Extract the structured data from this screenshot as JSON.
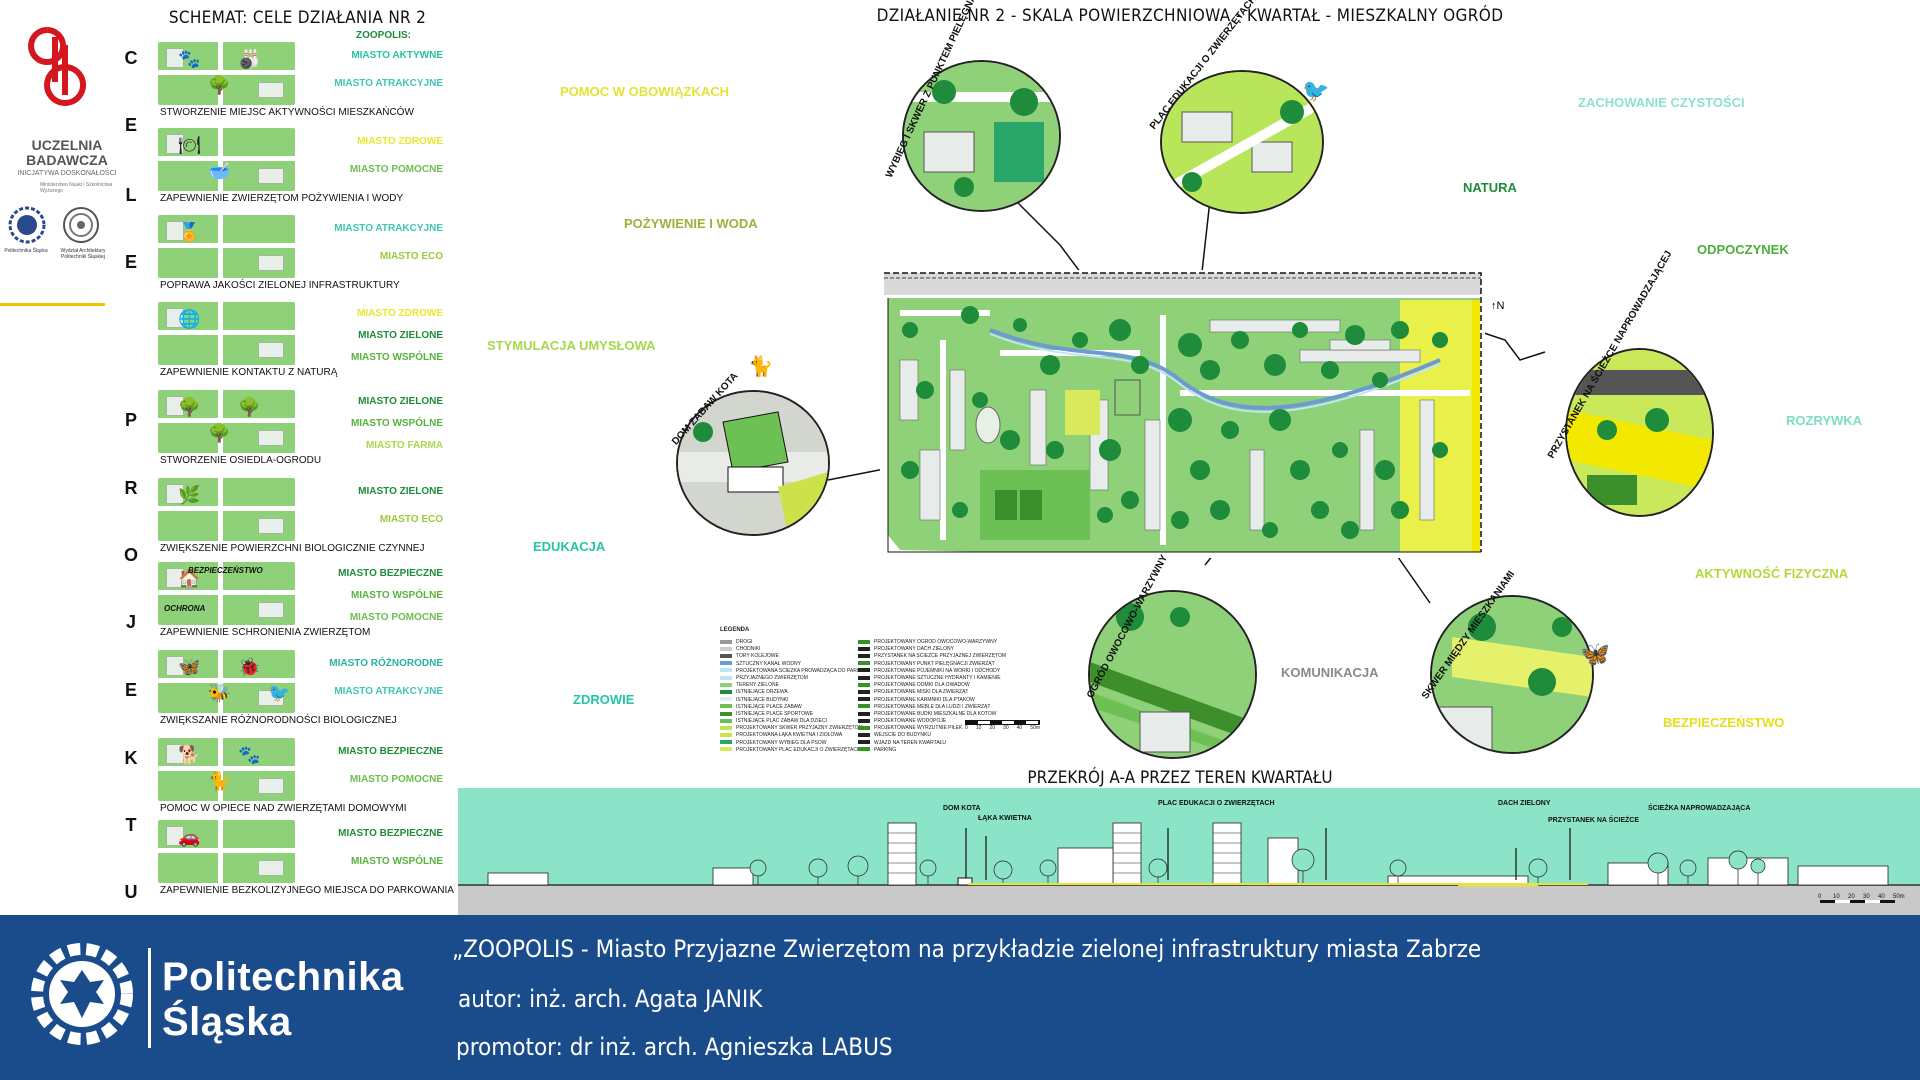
{
  "left_panel": {
    "title": "SCHEMAT: CELE DZIAŁANIA NR 2",
    "zoopolis_label": "ZOOPOLIS:",
    "logo": {
      "name_line1": "UCZELNIA",
      "name_line2": "BADAWCZA",
      "subtitle": "INICJATYWA DOSKONAŁOŚCI",
      "tiny": "Ministerstwo Nauki i Szkolnictwa Wyższego",
      "seal1": "Politechnika Śląska",
      "seal2": "Wydział Architektury Politechniki Śląskiej"
    },
    "letters": [
      "C",
      "E",
      "L",
      "E",
      "P",
      "R",
      "O",
      "J",
      "E",
      "K",
      "T",
      "U"
    ],
    "rows": [
      {
        "caption": "STWORZENIE MIEJSC AKTYWNOŚCI MIESZKAŃCÓW",
        "tags": [
          {
            "text": "MIASTO AKTYWNE",
            "color": "#25c4a4"
          },
          {
            "text": "MIASTO ATRAKCYJNE",
            "color": "#3fc6b4"
          }
        ],
        "icons": [
          "🐾",
          "🌳",
          "🎳"
        ]
      },
      {
        "caption": "ZAPEWNIENIE ZWIERZĘTOM POŻYWIENIA I WODY",
        "tags": [
          {
            "text": "MIASTO ZDROWE",
            "color": "#e6e82b"
          },
          {
            "text": "MIASTO POMOCNE",
            "color": "#6bbf4e"
          }
        ],
        "icons": [
          "🍽",
          "🥣"
        ]
      },
      {
        "caption": "POPRAWA JAKOŚCI ZIELONEJ INFRASTRUKTURY",
        "tags": [
          {
            "text": "MIASTO ATRAKCYJNE",
            "color": "#3fc6b4"
          },
          {
            "text": "MIASTO ECO",
            "color": "#9acb39"
          }
        ],
        "icons": [
          "🏅"
        ]
      },
      {
        "caption": "ZAPEWNIENIE KONTAKTU Z NATURĄ",
        "tags": [
          {
            "text": "MIASTO ZDROWE",
            "color": "#e6e82b"
          },
          {
            "text": "MIASTO ZIELONE",
            "color": "#1e8c3a"
          },
          {
            "text": "MIASTO WSPÓLNE",
            "color": "#58b340"
          }
        ],
        "icons": [
          "🌐"
        ]
      },
      {
        "caption": "STWORZENIE OSIEDLA-OGRODU",
        "tags": [
          {
            "text": "MIASTO ZIELONE",
            "color": "#1e8c3a"
          },
          {
            "text": "MIASTO WSPÓLNE",
            "color": "#58b340"
          },
          {
            "text": "MIASTO FARMA",
            "color": "#a7d84b"
          }
        ],
        "icons": [
          "🌳",
          "🌳",
          "🌳"
        ]
      },
      {
        "caption": "ZWIĘKSZENIE POWIERZCHNI BIOLOGICZNIE CZYNNEJ",
        "tags": [
          {
            "text": "MIASTO ZIELONE",
            "color": "#1e8c3a"
          },
          {
            "text": "MIASTO ECO",
            "color": "#9acb39"
          }
        ],
        "icons": [
          "🌿"
        ]
      },
      {
        "caption": "ZAPEWNIENIE SCHRONIENIA ZWIERZĘTOM",
        "tags": [
          {
            "text": "MIASTO BEZPIECZNE",
            "color": "#1e8c3a"
          },
          {
            "text": "MIASTO WSPÓLNE",
            "color": "#58b340"
          },
          {
            "text": "MIASTO POMOCNE",
            "color": "#6bbf4e"
          }
        ],
        "icons": [
          "🏠"
        ],
        "words": [
          "BEZPIECZEŃSTWO",
          "OCHRONA"
        ]
      },
      {
        "caption": "ZWIĘKSZANIE RÓŻNORODNOŚCI BIOLOGICZNEJ",
        "tags": [
          {
            "text": "MIASTO RÓŻNORODNE",
            "color": "#25b3a0"
          },
          {
            "text": "MIASTO ATRAKCYJNE",
            "color": "#3fc6b4"
          }
        ],
        "icons": [
          "🦋",
          "🐝",
          "🐞",
          "🐦"
        ]
      },
      {
        "caption": "POMOC W OPIECE NAD ZWIERZĘTAMI DOMOWYMI",
        "tags": [
          {
            "text": "MIASTO BEZPIECZNE",
            "color": "#1e8c3a"
          },
          {
            "text": "MIASTO POMOCNE",
            "color": "#6bbf4e"
          }
        ],
        "icons": [
          "🐕",
          "🐈",
          "🐾"
        ]
      },
      {
        "caption": "ZAPEWNIENIE BEZKOLIZYJNEGO MIEJSCA DO PARKOWANIA",
        "tags": [
          {
            "text": "MIASTO BEZPIECZNE",
            "color": "#1e8c3a"
          },
          {
            "text": "MIASTO WSPÓLNE",
            "color": "#58b340"
          }
        ],
        "icons": [
          "🚗"
        ]
      }
    ]
  },
  "main": {
    "title": "DZIAŁANIE NR 2 - SKALA POWIERZCHNIOWA - KWARTAŁ - MIESZKALNY OGRÓD",
    "keywords": [
      {
        "text": "POMOC W OBOWIĄZKACH",
        "color": "#e3e335"
      },
      {
        "text": "POŻYWIENIE I WODA",
        "color": "#9ab43a"
      },
      {
        "text": "STYMULACJA UMYSŁOWA",
        "color": "#a7d84b"
      },
      {
        "text": "EDUKACJA",
        "color": "#25c4a4"
      },
      {
        "text": "ZDROWIE",
        "color": "#25c4a4"
      },
      {
        "text": "KOMUNIKACJA",
        "color": "#8a8a8a"
      },
      {
        "text": "NATURA",
        "color": "#1e8c3a"
      },
      {
        "text": "ZACHOWANIE CZYSTOŚCI",
        "color": "#8ee0cf"
      },
      {
        "text": "ODPOCZYNEK",
        "color": "#4cae3a"
      },
      {
        "text": "ROZRYWKA",
        "color": "#7fdcc4"
      },
      {
        "text": "AKTYWNOŚĆ FIZYCZNA",
        "color": "#b4d83a"
      },
      {
        "text": "BEZPIECZEŃSTWO",
        "color": "#e5de1a"
      }
    ],
    "callouts": [
      "WYBIEG I SKWER Z PUNKTEM PIELĘGNACJI",
      "PLAC EDUKACJI O ZWIERZĘTACH",
      "DOM ZABAW KOTA",
      "PRZYSTANEK NA ŚCIEŻCE NAPROWADZAJĄCEJ",
      "OGRÓD OWOCOWO-WARZYWNY",
      "SKWER MIĘDZY MIESZKANIAMI"
    ],
    "north_label": "N",
    "legend": {
      "title": "LEGENDA",
      "col1": [
        "DROGI",
        "CHODNIKI",
        "TORY KOLEJOWE",
        "SZTUCZNY KANAŁ WODNY",
        "PROJEKTOWANA ŚCIEŻKA PROWADZĄCA DO PARKU",
        "PRZYJAZNEGO ZWIERZĘTOM",
        "TERENY ZIELONE",
        "ISTNIEJĄCE DRZEWA",
        "ISTNIEJĄCE BUDYNKI",
        "ISTNIEJĄCE PLACE ZABAW",
        "ISTNIEJĄCE PLACE SPORTOWE",
        "ISTNIEJĄCE PLAC ZABAW DLA DZIECI",
        "PROJEKTOWANY SKWER PRZYJAZNY ZWIERZĘTOM",
        "PROJEKTOWANA ŁĄKA KWIETNA I ZIOŁOWA",
        "PROJEKTOWANY WYBIEG DLA PSÓW",
        "PROJEKTOWANY PLAC EDUKACJI O ZWIERZĘTACH"
      ],
      "col2": [
        "PROJEKTOWANY OGRÓD OWOCOWO-WARZYWNY",
        "PROJEKTOWANY DACH ZIELONY",
        "PRZYSTANEK NA ŚCIEŻCE PRZYJAZNEJ ZWIERZĘTOM",
        "PROJEKTOWANY PUNKT PIELĘGNACJI ZWIERZĄT",
        "PROJEKTOWANE POJEMNIKI NA WORKI I ODCHODY",
        "PROJEKTOWANE SZTUCZNE HYDRANTY I KAMIENIE",
        "PROJEKTOWANE DOMKI DLA OWADÓW",
        "PROJEKTOWANE MISKI DLA ZWIERZĄT",
        "PROJEKTOWANE KARMNIKI DLA PTAKÓW",
        "PROJEKTOWANE MEBLE DLA LUDZI I ZWIERZĄT",
        "PROJEKTOWANE BUDKI MIESZKALNE DLA KOTÓW",
        "PROJEKTOWANE WODOPOJE",
        "PROJEKTOWANE WYRZUTNIE PIŁEK",
        "WEJŚCIE DO BUDYNKU",
        "WJAZD NA TEREN KWARTAŁU",
        "PARKING"
      ],
      "scale_labels": [
        "0",
        "10",
        "20",
        "30",
        "40",
        "50m"
      ]
    }
  },
  "section": {
    "title": "PRZEKRÓJ A-A PRZEZ TEREN KWARTAŁU",
    "labels": [
      "DOM KOTA",
      "ŁĄKA KWIETNA",
      "PLAC EDUKACJI O ZWIERZĘTACH",
      "DACH ZIELONY",
      "PRZYSTANEK NA ŚCIEŻCE",
      "ŚCIEŻKA NAPROWADZAJĄCA"
    ],
    "scale_labels": [
      "0",
      "10",
      "20",
      "30",
      "40",
      "50m"
    ]
  },
  "footer": {
    "brand_line1": "Politechnika",
    "brand_line2": "Śląska",
    "line1": "„ZOOPOLIS - Miasto Przyjazne Zwierzętom na przykładzie zielonej infrastruktury miasta Zabrze",
    "line2": "autor: inż. arch. Agata JANIK",
    "line3": "promotor: dr inż. arch. Agnieszka LABUS"
  },
  "colors": {
    "footer_bg": "#1a4b8b",
    "map_green": "#8fd178",
    "tree_green": "#1e8c3a",
    "accent_yellow": "#f4c300",
    "section_sky": "#8be3c8"
  }
}
